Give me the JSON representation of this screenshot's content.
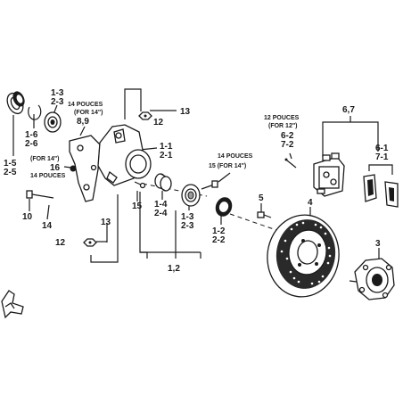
{
  "labels": {
    "l_1_3": "1-3",
    "l_2_3_top": "2-3",
    "l_14_pouces_a": "14 POUCES",
    "l_for14_a": "(FOR 14\")",
    "l_8_9": "8,9",
    "l_1_5": "1-5",
    "l_2_5": "2-5",
    "l_1_6": "1-6",
    "l_2_6": "2-6",
    "l_for14_b": "(FOR 14\")",
    "l_16": "16",
    "l_14_pouces_b": "14 POUCES",
    "l_12_top": "12",
    "l_13_top": "13",
    "l_1_1": "1-1",
    "l_2_1": "2-1",
    "l_14_pouces_c": "14 POUCES",
    "l_15_for14": "15 (FOR 14\")",
    "l_10": "10",
    "l_14": "14",
    "l_15": "15",
    "l_1_4": "1-4",
    "l_2_4": "2-4",
    "l_1_3b": "1-3",
    "l_2_3b": "2-3",
    "l_1_2": "1-2",
    "l_2_2": "2-2",
    "l_5": "5",
    "l_4": "4",
    "l_13_bot": "13",
    "l_12_bot": "12",
    "l_1_2_main": "1,2",
    "l_3": "3",
    "l_12_pouces": "12 POUCES",
    "l_for12": "(FOR 12\")",
    "l_6_2": "6-2",
    "l_7_2": "7-2",
    "l_6_7": "6,7",
    "l_6_1": "6-1",
    "l_7_1": "7-1"
  }
}
